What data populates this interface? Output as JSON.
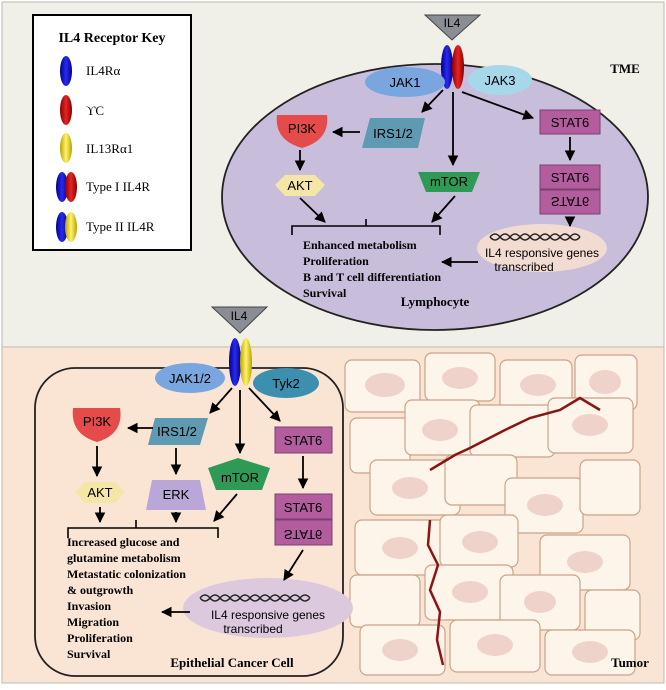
{
  "key": {
    "title": "IL4 Receptor Key",
    "items": [
      {
        "label": "IL4Rα",
        "icon": "blue-oval-icon"
      },
      {
        "label": "ϒC",
        "icon": "red-oval-icon"
      },
      {
        "label": "IL13Rα1",
        "icon": "yellow-oval-icon"
      },
      {
        "label": "Type I IL4R",
        "icon": "blue-red-oval-pair-icon"
      },
      {
        "label": "Type II IL4R",
        "icon": "blue-yellow-oval-pair-icon"
      }
    ]
  },
  "regions": {
    "tme": "TME",
    "tumor": "Tumor"
  },
  "lymphocyte": {
    "ligand": "IL4",
    "jak_left": "JAK1",
    "jak_right": "JAK3",
    "pi3k": "PI3K",
    "irs": "IRS1/2",
    "akt": "AKT",
    "mtor": "mTOR",
    "stat6": "STAT6",
    "stat6_dimer_top": "STAT6",
    "stat6_dimer_bottom": "STAT6",
    "genes_line1": "IL4 responsive genes",
    "genes_line2": "transcribed",
    "outcomes": [
      "Enhanced metabolism",
      "Proliferation",
      "B and T cell differentiation",
      "Survival"
    ],
    "cell_label": "Lymphocyte"
  },
  "cancer": {
    "ligand": "IL4",
    "jak_left": "JAK1/2",
    "jak_right": "Tyk2",
    "pi3k": "PI3K",
    "irs": "IRS1/2",
    "akt": "AKT",
    "erk": "ERK",
    "mtor": "mTOR",
    "stat6": "STAT6",
    "stat6_dimer_top": "STAT6",
    "stat6_dimer_bottom": "STAT6",
    "genes_line1": "IL4 responsive genes",
    "genes_line2": "transcribed",
    "outcomes": [
      "Increased glucose and",
      "glutamine metabolism",
      "Metastatic colonization",
      "& outgrowth",
      "Invasion",
      "Migration",
      "Proliferation",
      "Survival"
    ],
    "cell_label": "Epithelial Cancer Cell"
  },
  "colors": {
    "tme_bg": "#f0efe8",
    "tumor_bg": "#fae5d5",
    "lymphocyte_fill": "#c8bddb",
    "receptor_blue": "#1a1ad0",
    "receptor_red": "#d41a1a",
    "receptor_yellow": "#efe34a",
    "jak": "#7aa6e0",
    "jak3": "#a7d8ea",
    "tyk2": "#3d8fb0",
    "pi3k": "#e64b4b",
    "irs": "#5f9ab3",
    "akt": "#f4e6a6",
    "mtor": "#2f9a55",
    "stat6": "#b35d9f",
    "erk": "#bba6d8",
    "genes_oval": "#f2dcd2"
  }
}
